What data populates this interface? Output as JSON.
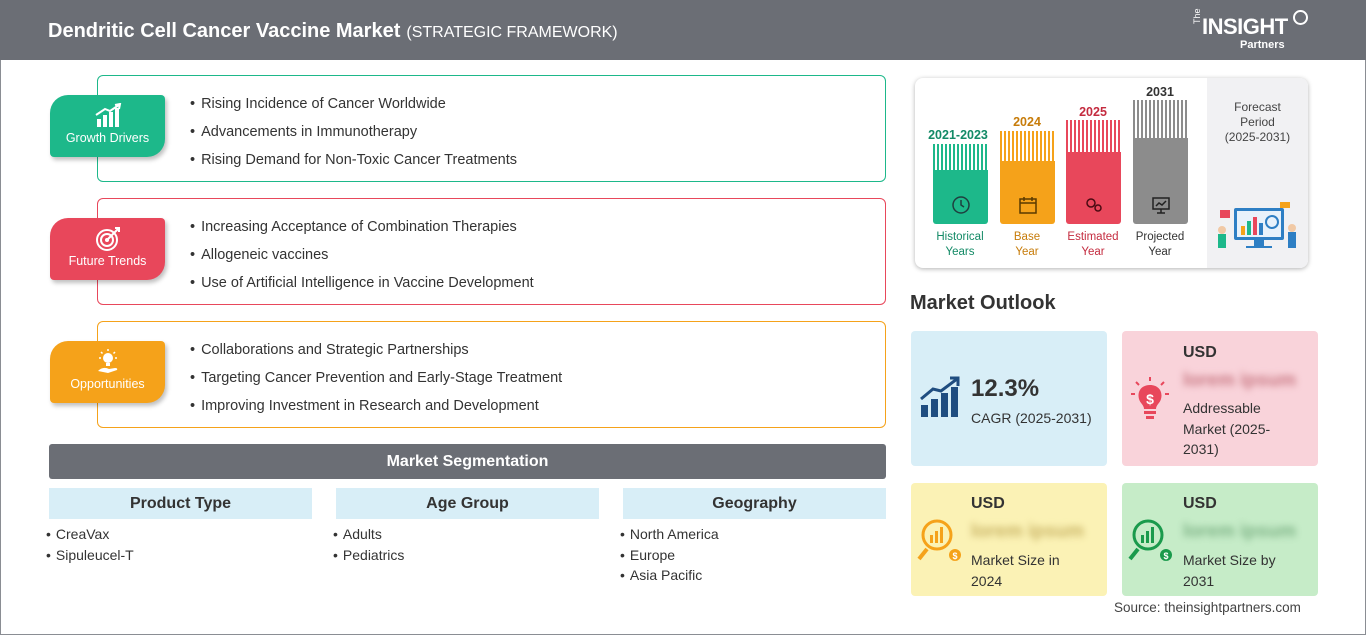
{
  "header": {
    "title": "Dendritic Cell Cancer Vaccine Market",
    "subtitle": "(STRATEGIC FRAMEWORK)",
    "logo_the": "The",
    "logo_insight": "INSIGHT",
    "logo_partners": "Partners"
  },
  "framework": [
    {
      "tag": "Growth Drivers",
      "icon": "bar-growth-icon",
      "color": "#1db88a",
      "items": [
        "Rising Incidence of Cancer Worldwide",
        "Advancements in Immunotherapy",
        "Rising Demand for Non-Toxic Cancer Treatments"
      ]
    },
    {
      "tag": "Future Trends",
      "icon": "target-icon",
      "color": "#e8475b",
      "items": [
        "Increasing Acceptance of Combination Therapies",
        "Allogeneic vaccines",
        "Use of Artificial Intelligence in Vaccine Development"
      ]
    },
    {
      "tag": "Opportunities",
      "icon": "lightbulb-hand-icon",
      "color": "#f5a21a",
      "items": [
        "Collaborations and Strategic Partnerships",
        "Targeting Cancer Prevention and Early-Stage Treatment",
        "Improving Investment in Research and Development"
      ]
    }
  ],
  "segmentation": {
    "title": "Market Segmentation",
    "columns": [
      {
        "head": "Product Type",
        "items": [
          "CreaVax",
          "Sipuleucel-T"
        ]
      },
      {
        "head": "Age Group",
        "items": [
          "Adults",
          "Pediatrics"
        ]
      },
      {
        "head": "Geography",
        "items": [
          "North America",
          "Europe",
          "Asia Pacific"
        ]
      }
    ]
  },
  "timeline": {
    "bars": [
      {
        "year": "2021-2023",
        "label1": "Historical",
        "label2": "Years",
        "color": "#1db88a",
        "year_color": "#138a66",
        "icon": "history-icon"
      },
      {
        "year": "2024",
        "label1": "Base",
        "label2": "Year",
        "color": "#f5a21a",
        "year_color": "#c77c0a",
        "icon": "calendar-icon"
      },
      {
        "year": "2025",
        "label1": "Estimated",
        "label2": "Year",
        "color": "#e8475b",
        "year_color": "#c42b3f",
        "icon": "gears-icon"
      },
      {
        "year": "2031",
        "label1": "Projected",
        "label2": "Year",
        "color": "#8c8c8c",
        "year_color": "#333333",
        "icon": "presentation-icon"
      }
    ],
    "forecast_line1": "Forecast",
    "forecast_line2": "Period",
    "forecast_line3": "(2025-2031)"
  },
  "outlook": {
    "title": "Market Outlook",
    "cagr_value": "12.3%",
    "cagr_label": "CAGR (2025-2031)",
    "addressable_usd": "USD",
    "addressable_value": "lorem ipsum",
    "addressable_label": "Addressable Market (2025-2031)",
    "size2024_usd": "USD",
    "size2024_value": "lorem ipsum",
    "size2024_label": "Market Size in 2024",
    "size2031_usd": "USD",
    "size2031_value": "lorem ipsum",
    "size2031_label": "Market Size by 2031"
  },
  "source": "Source: theinsightpartners.com"
}
